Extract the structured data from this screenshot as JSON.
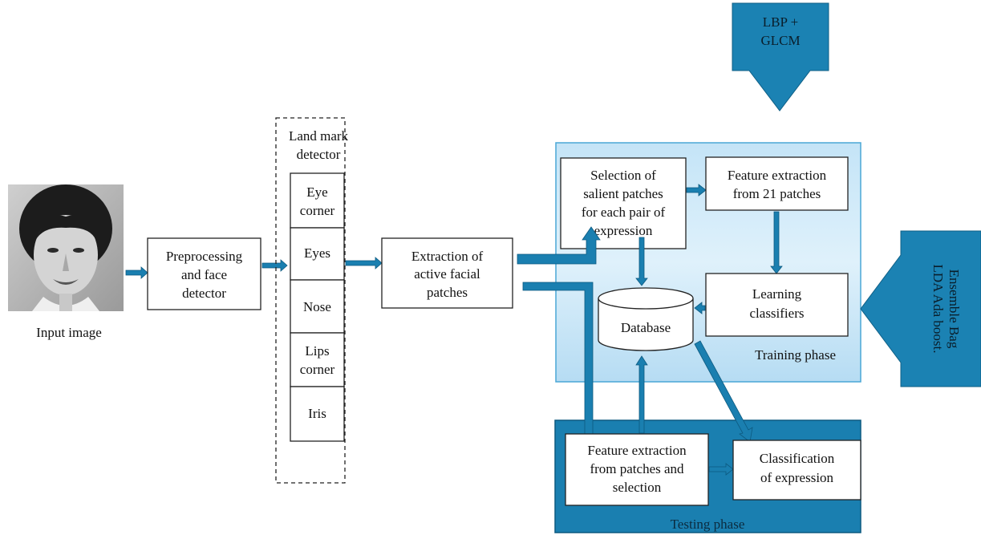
{
  "input_caption": "Input image",
  "preprocessing": [
    "Preprocessing",
    "and face",
    "detector"
  ],
  "landmark": {
    "title": [
      "Land mark",
      "detector"
    ],
    "items": [
      [
        "Eye",
        "corner"
      ],
      [
        "Eyes"
      ],
      [
        "Nose"
      ],
      [
        "Lips",
        "corner"
      ],
      [
        "Iris"
      ]
    ]
  },
  "extraction": [
    "Extraction of",
    "active facial",
    "patches"
  ],
  "lbp": [
    "LBP +",
    "GLCM"
  ],
  "lda": [
    "LDA Ada boost.",
    "Ensemble Bag"
  ],
  "training": {
    "label": "Training phase",
    "selection": [
      "Selection of",
      "salient patches",
      "for each pair of",
      "expression"
    ],
    "feature21": [
      "Feature extraction",
      "from 21 patches"
    ],
    "learning": [
      "Learning",
      "classifiers"
    ],
    "database": "Database"
  },
  "testing": {
    "label": "Testing phase",
    "feature_sel": [
      "Feature extraction",
      "from patches and",
      "selection"
    ],
    "classification": [
      "Classification",
      "of expression"
    ]
  },
  "colors": {
    "training_bg": "#cde9f8",
    "testing_bg": "#1a7fb0",
    "arrow": "#1a7fb0"
  }
}
